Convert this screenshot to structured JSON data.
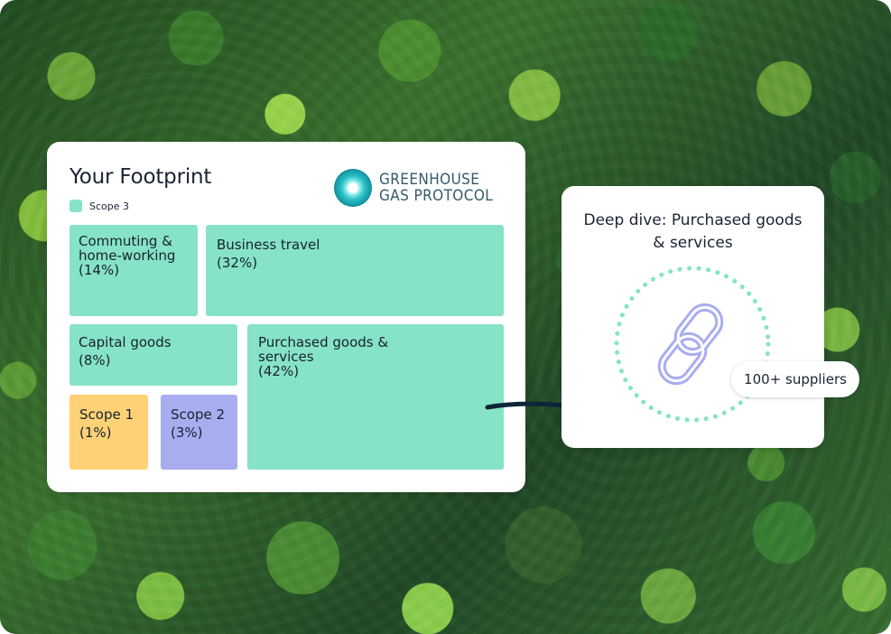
{
  "footprint": {
    "title": "Your Footprint",
    "legend_label": "Scope 3",
    "legend_color": "#86e3c7",
    "logo_line1": "GREENHOUSE",
    "logo_line2": "GAS PROTOCOL",
    "tiles": [
      {
        "label": "Commuting & home-working",
        "line1": "Commuting &",
        "line2": "home-working",
        "pct": "(14%)",
        "value": 14,
        "color": "#86e3c7"
      },
      {
        "label": "Business travel",
        "pct": "(32%)",
        "value": 32,
        "color": "#86e3c7"
      },
      {
        "label": "Capital goods",
        "pct": "(8%)",
        "value": 8,
        "color": "#86e3c7"
      },
      {
        "label": "Purchased goods & services",
        "line1": "Purchased goods &",
        "line2": "services",
        "pct": "(42%)",
        "value": 42,
        "color": "#86e3c7"
      },
      {
        "label": "Scope 1",
        "pct": "(1%)",
        "value": 1,
        "color": "#ffd176"
      },
      {
        "label": "Scope 2",
        "pct": "(3%)",
        "value": 3,
        "color": "#a8adf0"
      }
    ]
  },
  "deep_dive": {
    "title_line1": "Deep dive: Purchased goods",
    "title_line2": "& services",
    "suppliers_label": "100+ suppliers",
    "ring_color": "#86e3c7",
    "icon_color": "#a8adf0",
    "icon_name": "link-icon"
  },
  "colors": {
    "arrow": "#0f2438",
    "card_text": "#1b2333"
  }
}
